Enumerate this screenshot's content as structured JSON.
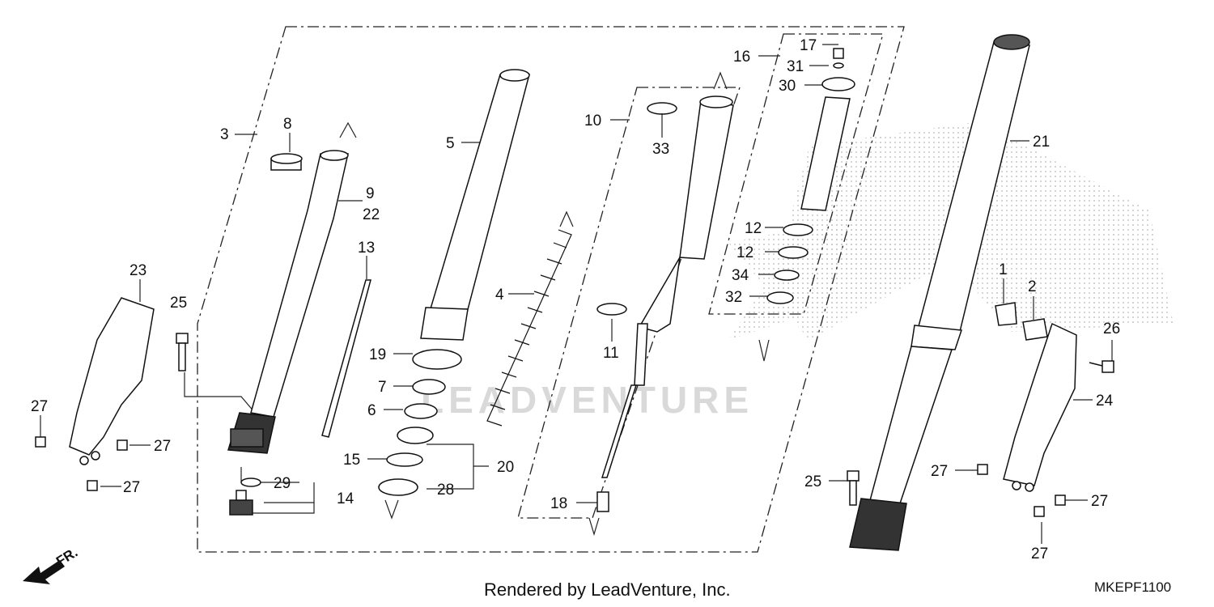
{
  "diagram": {
    "code": "MKEPF1100",
    "credit": "Rendered by LeadVenture, Inc.",
    "front_marker": "FR.",
    "watermark": "LEADVENTURE"
  },
  "callouts": [
    {
      "id": "c1",
      "text": "1"
    },
    {
      "id": "c2",
      "text": "2"
    },
    {
      "id": "c3",
      "text": "3"
    },
    {
      "id": "c4",
      "text": "4"
    },
    {
      "id": "c5",
      "text": "5"
    },
    {
      "id": "c6",
      "text": "6"
    },
    {
      "id": "c7",
      "text": "7"
    },
    {
      "id": "c8",
      "text": "8"
    },
    {
      "id": "c9",
      "text": "9"
    },
    {
      "id": "c10",
      "text": "10"
    },
    {
      "id": "c11",
      "text": "11"
    },
    {
      "id": "c12a",
      "text": "12"
    },
    {
      "id": "c12b",
      "text": "12"
    },
    {
      "id": "c13",
      "text": "13"
    },
    {
      "id": "c14",
      "text": "14"
    },
    {
      "id": "c15",
      "text": "15"
    },
    {
      "id": "c16",
      "text": "16"
    },
    {
      "id": "c17",
      "text": "17"
    },
    {
      "id": "c18",
      "text": "18"
    },
    {
      "id": "c19",
      "text": "19"
    },
    {
      "id": "c20",
      "text": "20"
    },
    {
      "id": "c21",
      "text": "21"
    },
    {
      "id": "c22",
      "text": "22"
    },
    {
      "id": "c23",
      "text": "23"
    },
    {
      "id": "c24",
      "text": "24"
    },
    {
      "id": "c25a",
      "text": "25"
    },
    {
      "id": "c25b",
      "text": "25"
    },
    {
      "id": "c26",
      "text": "26"
    },
    {
      "id": "c27a",
      "text": "27"
    },
    {
      "id": "c27b",
      "text": "27"
    },
    {
      "id": "c27c",
      "text": "27"
    },
    {
      "id": "c27d",
      "text": "27"
    },
    {
      "id": "c27e",
      "text": "27"
    },
    {
      "id": "c27f",
      "text": "27"
    },
    {
      "id": "c28",
      "text": "28"
    },
    {
      "id": "c29",
      "text": "29"
    },
    {
      "id": "c30",
      "text": "30"
    },
    {
      "id": "c31",
      "text": "31"
    },
    {
      "id": "c32",
      "text": "32"
    },
    {
      "id": "c33",
      "text": "33"
    },
    {
      "id": "c34",
      "text": "34"
    }
  ]
}
